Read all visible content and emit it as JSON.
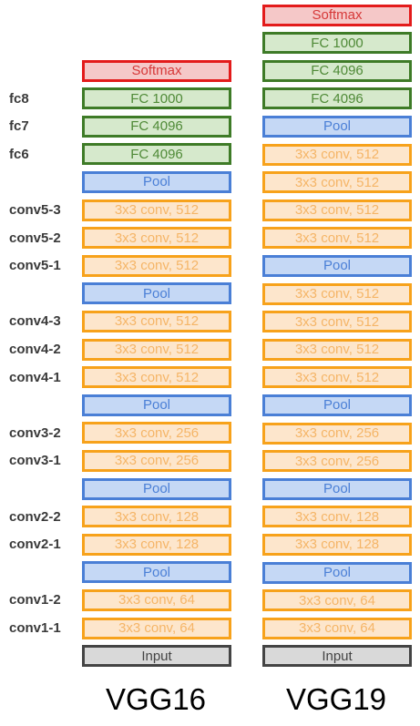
{
  "vgg16": {
    "title": "VGG16",
    "blocks": [
      {
        "type": "softmax",
        "label": "Softmax"
      },
      {
        "type": "fc",
        "label": "FC 1000"
      },
      {
        "type": "fc",
        "label": "FC 4096"
      },
      {
        "type": "fc",
        "label": "FC 4096"
      },
      {
        "type": "pool",
        "label": "Pool"
      },
      {
        "type": "conv",
        "label": "3x3 conv, 512"
      },
      {
        "type": "conv",
        "label": "3x3 conv, 512"
      },
      {
        "type": "conv",
        "label": "3x3 conv, 512"
      },
      {
        "type": "pool",
        "label": "Pool"
      },
      {
        "type": "conv",
        "label": "3x3 conv, 512"
      },
      {
        "type": "conv",
        "label": "3x3 conv, 512"
      },
      {
        "type": "conv",
        "label": "3x3 conv, 512"
      },
      {
        "type": "pool",
        "label": "Pool"
      },
      {
        "type": "conv",
        "label": "3x3 conv, 256"
      },
      {
        "type": "conv",
        "label": "3x3 conv, 256"
      },
      {
        "type": "pool",
        "label": "Pool"
      },
      {
        "type": "conv",
        "label": "3x3 conv, 128"
      },
      {
        "type": "conv",
        "label": "3x3 conv, 128"
      },
      {
        "type": "pool",
        "label": "Pool"
      },
      {
        "type": "conv",
        "label": "3x3 conv, 64"
      },
      {
        "type": "conv",
        "label": "3x3 conv, 64"
      },
      {
        "type": "input",
        "label": "Input"
      }
    ],
    "layer_labels": [
      "",
      "fc8",
      "fc7",
      "fc6",
      "",
      "conv5-3",
      "conv5-2",
      "conv5-1",
      "",
      "conv4-3",
      "conv4-2",
      "conv4-1",
      "",
      "conv3-2",
      "conv3-1",
      "",
      "conv2-2",
      "conv2-1",
      "",
      "conv1-2",
      "conv1-1",
      ""
    ]
  },
  "vgg19": {
    "title": "VGG19",
    "blocks": [
      {
        "type": "softmax",
        "label": "Softmax"
      },
      {
        "type": "fc",
        "label": "FC 1000"
      },
      {
        "type": "fc",
        "label": "FC 4096"
      },
      {
        "type": "fc",
        "label": "FC 4096"
      },
      {
        "type": "pool",
        "label": "Pool"
      },
      {
        "type": "conv",
        "label": "3x3 conv, 512"
      },
      {
        "type": "conv",
        "label": "3x3 conv, 512"
      },
      {
        "type": "conv",
        "label": "3x3 conv, 512"
      },
      {
        "type": "conv",
        "label": "3x3 conv, 512"
      },
      {
        "type": "pool",
        "label": "Pool"
      },
      {
        "type": "conv",
        "label": "3x3 conv, 512"
      },
      {
        "type": "conv",
        "label": "3x3 conv, 512"
      },
      {
        "type": "conv",
        "label": "3x3 conv, 512"
      },
      {
        "type": "conv",
        "label": "3x3 conv, 512"
      },
      {
        "type": "pool",
        "label": "Pool"
      },
      {
        "type": "conv",
        "label": "3x3 conv, 256"
      },
      {
        "type": "conv",
        "label": "3x3 conv, 256"
      },
      {
        "type": "pool",
        "label": "Pool"
      },
      {
        "type": "conv",
        "label": "3x3 conv, 128"
      },
      {
        "type": "conv",
        "label": "3x3 conv, 128"
      },
      {
        "type": "pool",
        "label": "Pool"
      },
      {
        "type": "conv",
        "label": "3x3 conv, 64"
      },
      {
        "type": "conv",
        "label": "3x3 conv, 64"
      },
      {
        "type": "input",
        "label": "Input"
      }
    ]
  }
}
